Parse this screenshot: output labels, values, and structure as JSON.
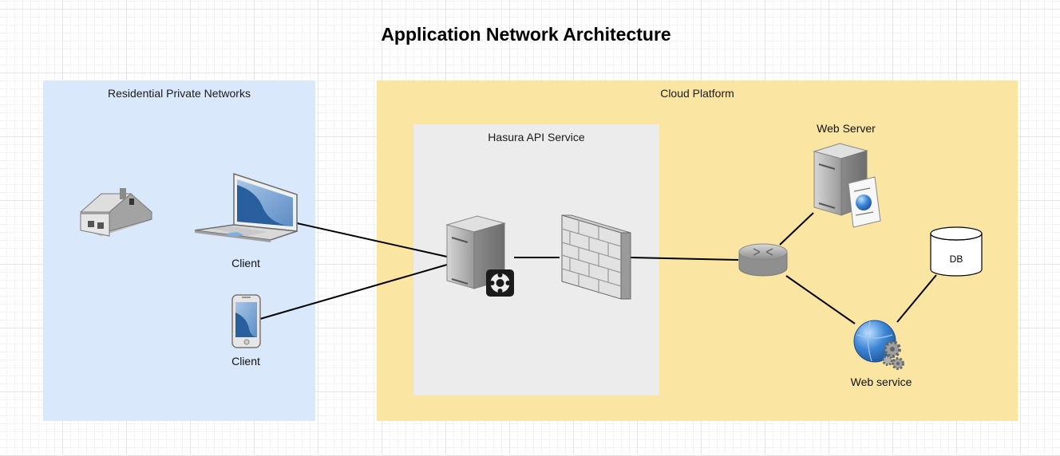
{
  "title": "Application Network Architecture",
  "zones": {
    "residential": "Residential Private Networks",
    "cloud": "Cloud Platform",
    "hasura": "Hasura API Service"
  },
  "nodes": {
    "home": {
      "label": "",
      "icon": "house-icon"
    },
    "laptop": {
      "label": "Client",
      "icon": "laptop-icon"
    },
    "mobile": {
      "label": "Client",
      "icon": "mobile-phone-icon"
    },
    "api_server": {
      "label": "",
      "icon": "server-icon"
    },
    "firewall": {
      "label": "",
      "icon": "firewall-icon"
    },
    "router": {
      "label": "",
      "icon": "router-icon"
    },
    "web_server": {
      "label": "Web Server",
      "icon": "web-server-icon"
    },
    "db": {
      "label": "DB",
      "icon": "database-icon"
    },
    "web_service": {
      "label": "Web service",
      "icon": "web-service-icon"
    }
  },
  "colors": {
    "residential_fill": "#dae8fc",
    "cloud_fill": "#fbe5a2",
    "hasura_fill": "#ececec",
    "connector": "#000000"
  }
}
